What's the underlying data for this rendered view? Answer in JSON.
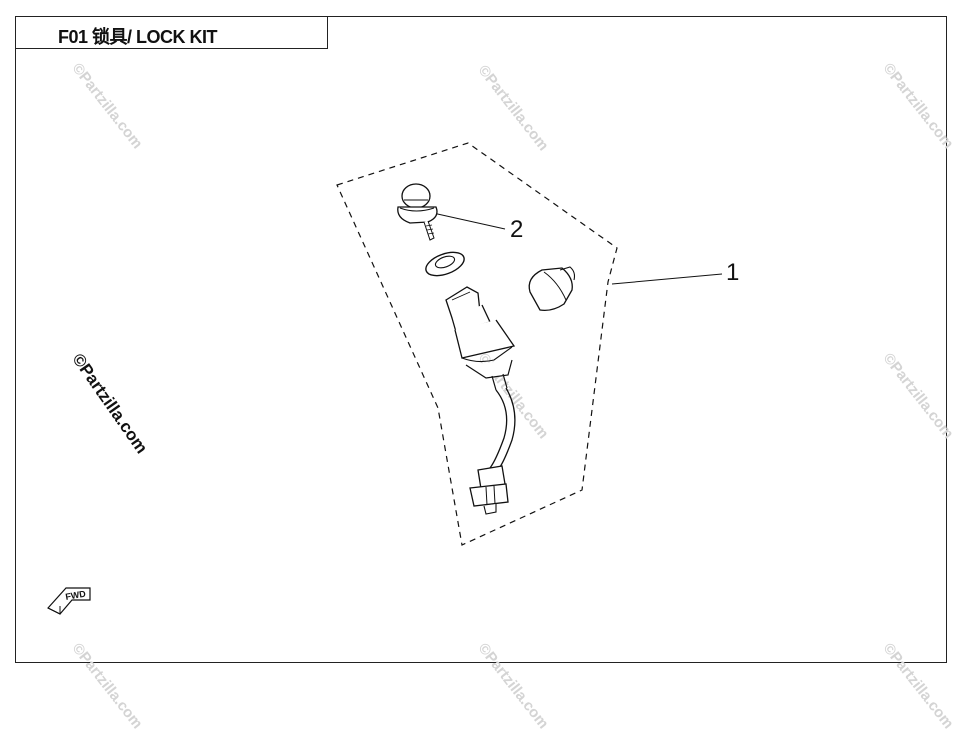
{
  "header": {
    "title": "F01 锁具/ LOCK KIT"
  },
  "watermarks": {
    "text": "©Partzilla.com",
    "prominent": "©Partzilla.com"
  },
  "diagram": {
    "callouts": [
      {
        "label": "1"
      },
      {
        "label": "2"
      }
    ],
    "forward_arrow": {
      "label": "FWD"
    }
  },
  "colors": {
    "line": "#111111",
    "watermark": "#d4d4d4",
    "background": "#ffffff"
  }
}
